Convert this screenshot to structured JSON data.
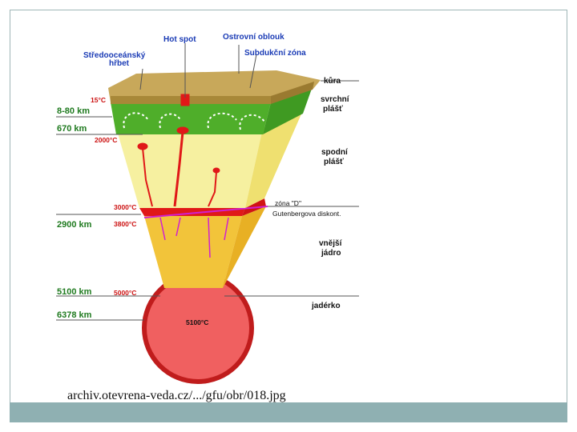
{
  "labels": {
    "mid_ocean_ridge_line1": "Středooceánský",
    "mid_ocean_ridge_line2": "hřbet",
    "hot_spot": "Hot spot",
    "island_arc": "Ostrovní oblouk",
    "subduction_zone": "Subdukční zóna",
    "crust": "kůra",
    "upper_mantle_line1": "svrchní",
    "upper_mantle_line2": "plášť",
    "lower_mantle_line1": "spodní",
    "lower_mantle_line2": "plášť",
    "zone_d": "zóna \"D\"",
    "gutenberg": "Gutenbergova diskont.",
    "outer_core_line1": "vnější",
    "outer_core_line2": "jádro",
    "inner_core": "jadérko"
  },
  "depths": {
    "d1": "8-80 km",
    "d2": "670 km",
    "d3": "2900 km",
    "d4": "5100 km",
    "d5": "6378 km"
  },
  "temps": {
    "t1": "15°C",
    "t2": "2000°C",
    "t3": "3000°C",
    "t4": "3800°C",
    "t5": "5000°C",
    "t6": "5100°C"
  },
  "caption": "archiv.otevrena-veda.cz/.../gfu/obr/018.jpg",
  "colors": {
    "crust": "#c8a85a",
    "upper_mantle": "#4fae2a",
    "lower_mantle": "#f6f0a0",
    "zone_d": "#e01818",
    "outer_core": "#f2c43a",
    "inner_core": "#f06060",
    "bottom_bar": "#8fb0b2"
  }
}
